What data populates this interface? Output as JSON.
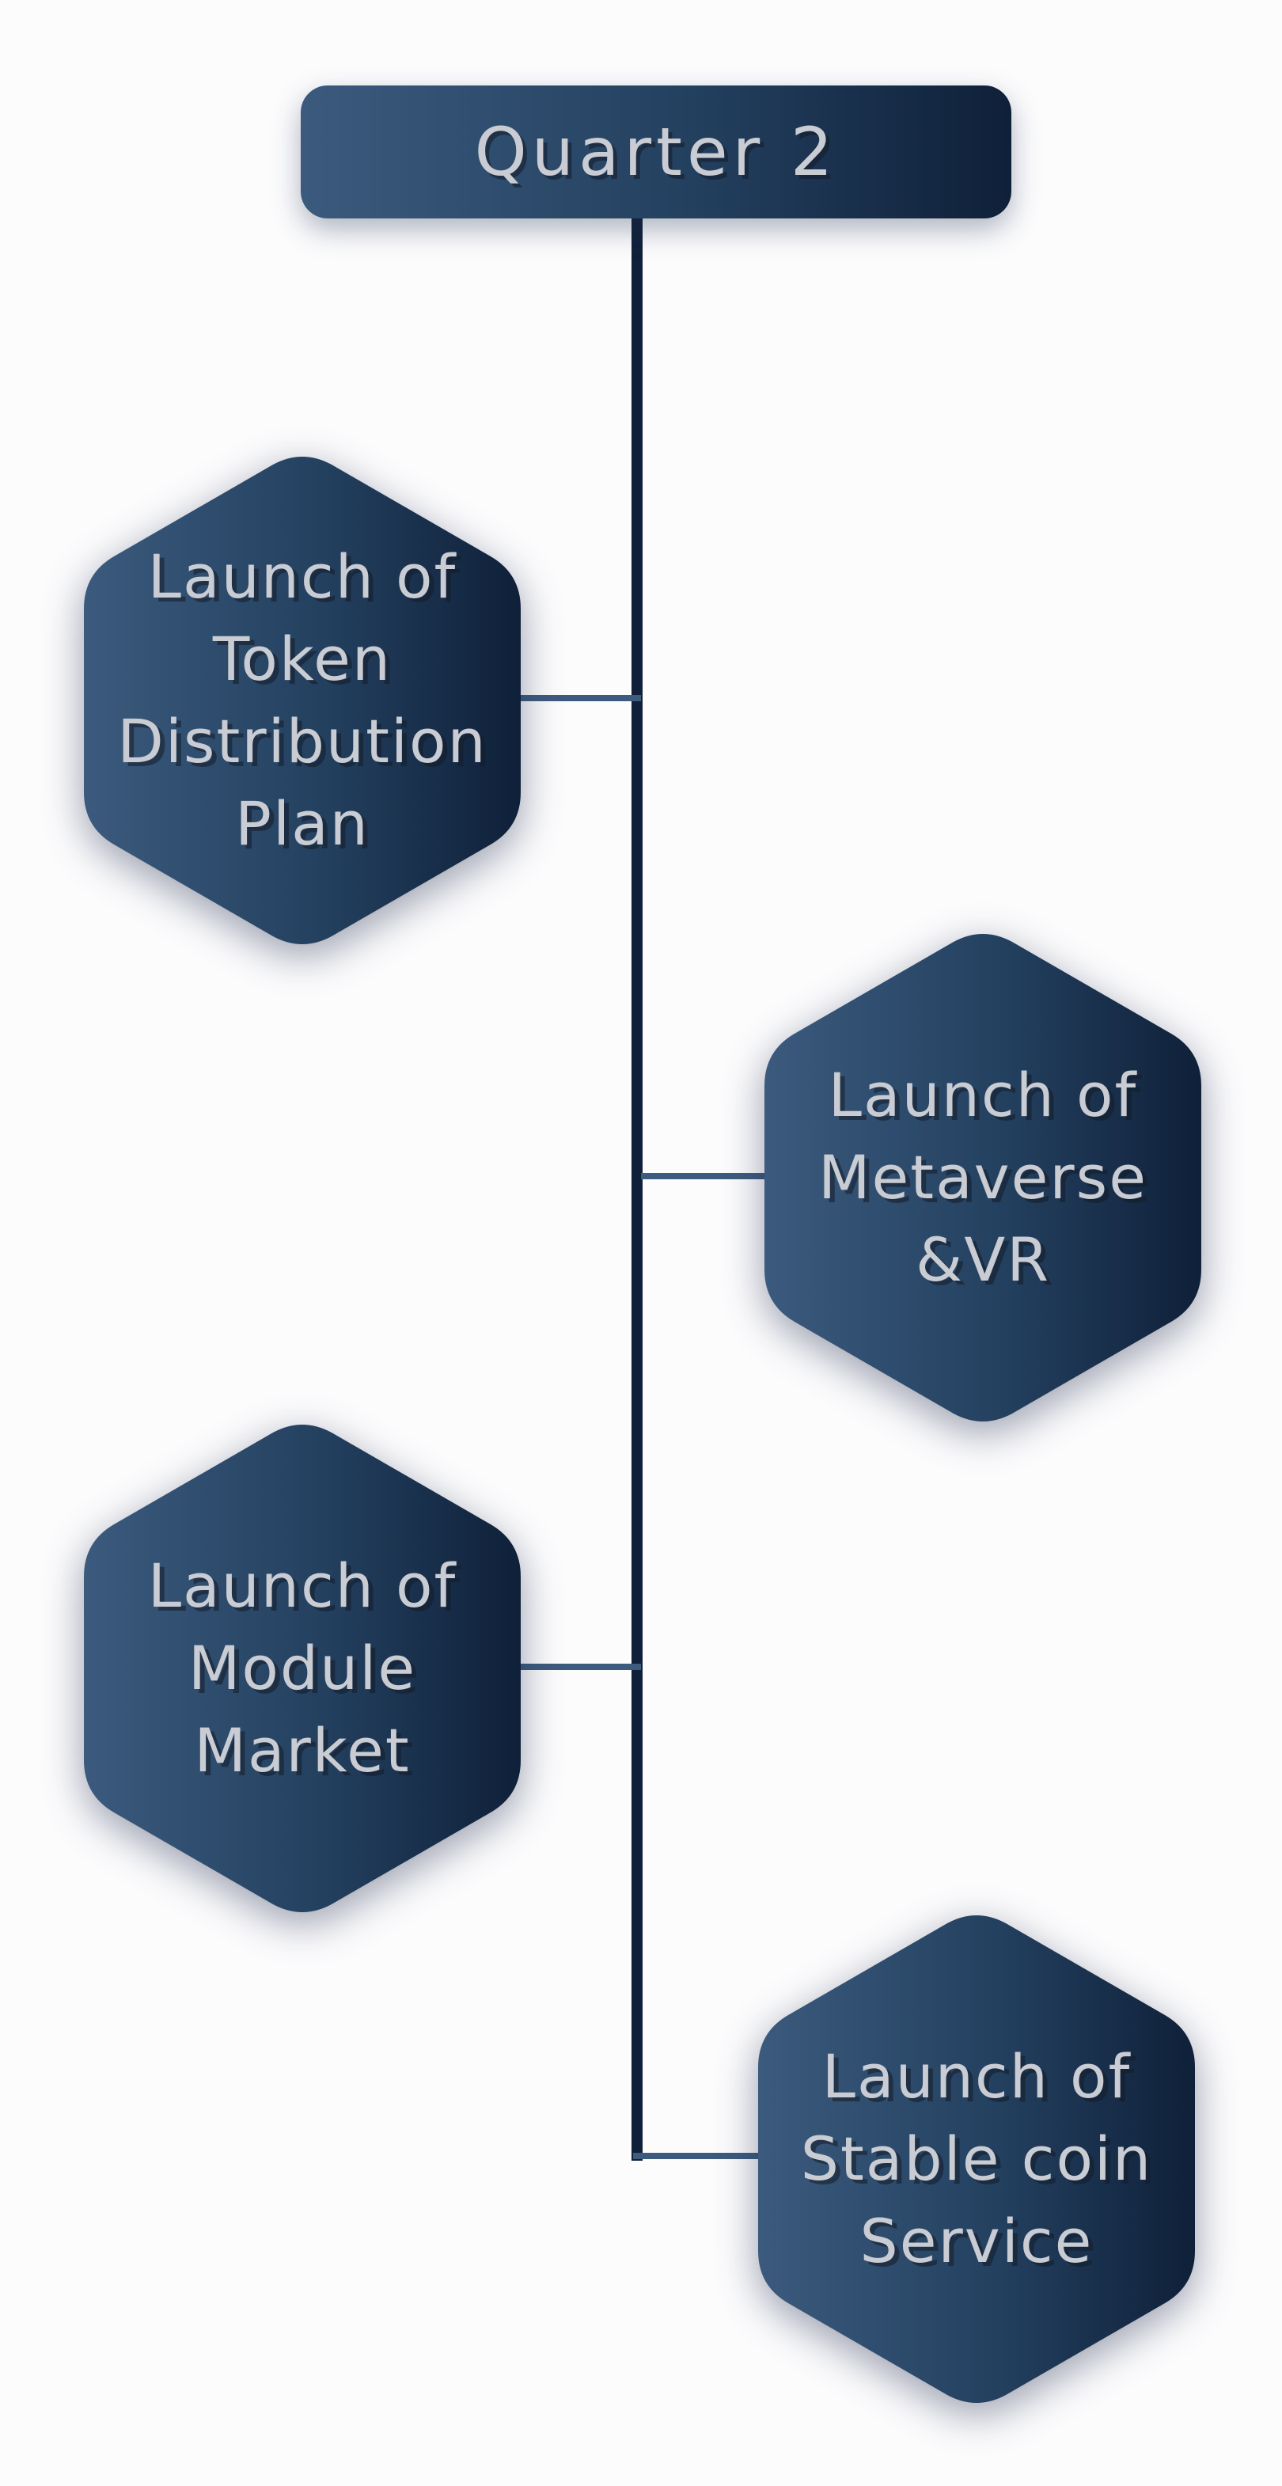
{
  "header": {
    "title": "Quarter 2"
  },
  "milestones": [
    {
      "label": "Launch of\nToken\nDistribution\nPlan"
    },
    {
      "label": "Launch of\nMetaverse\n&VR"
    },
    {
      "label": "Launch of\nModule\nMarket"
    },
    {
      "label": "Launch of\nStable coin\nService"
    }
  ],
  "colors": {
    "gradient_start": "#3b5a7d",
    "gradient_mid": "#23405f",
    "gradient_end": "#0f2039",
    "text": "#c9ccd3",
    "spine": "#102039",
    "branch": "#3d5b7e"
  }
}
